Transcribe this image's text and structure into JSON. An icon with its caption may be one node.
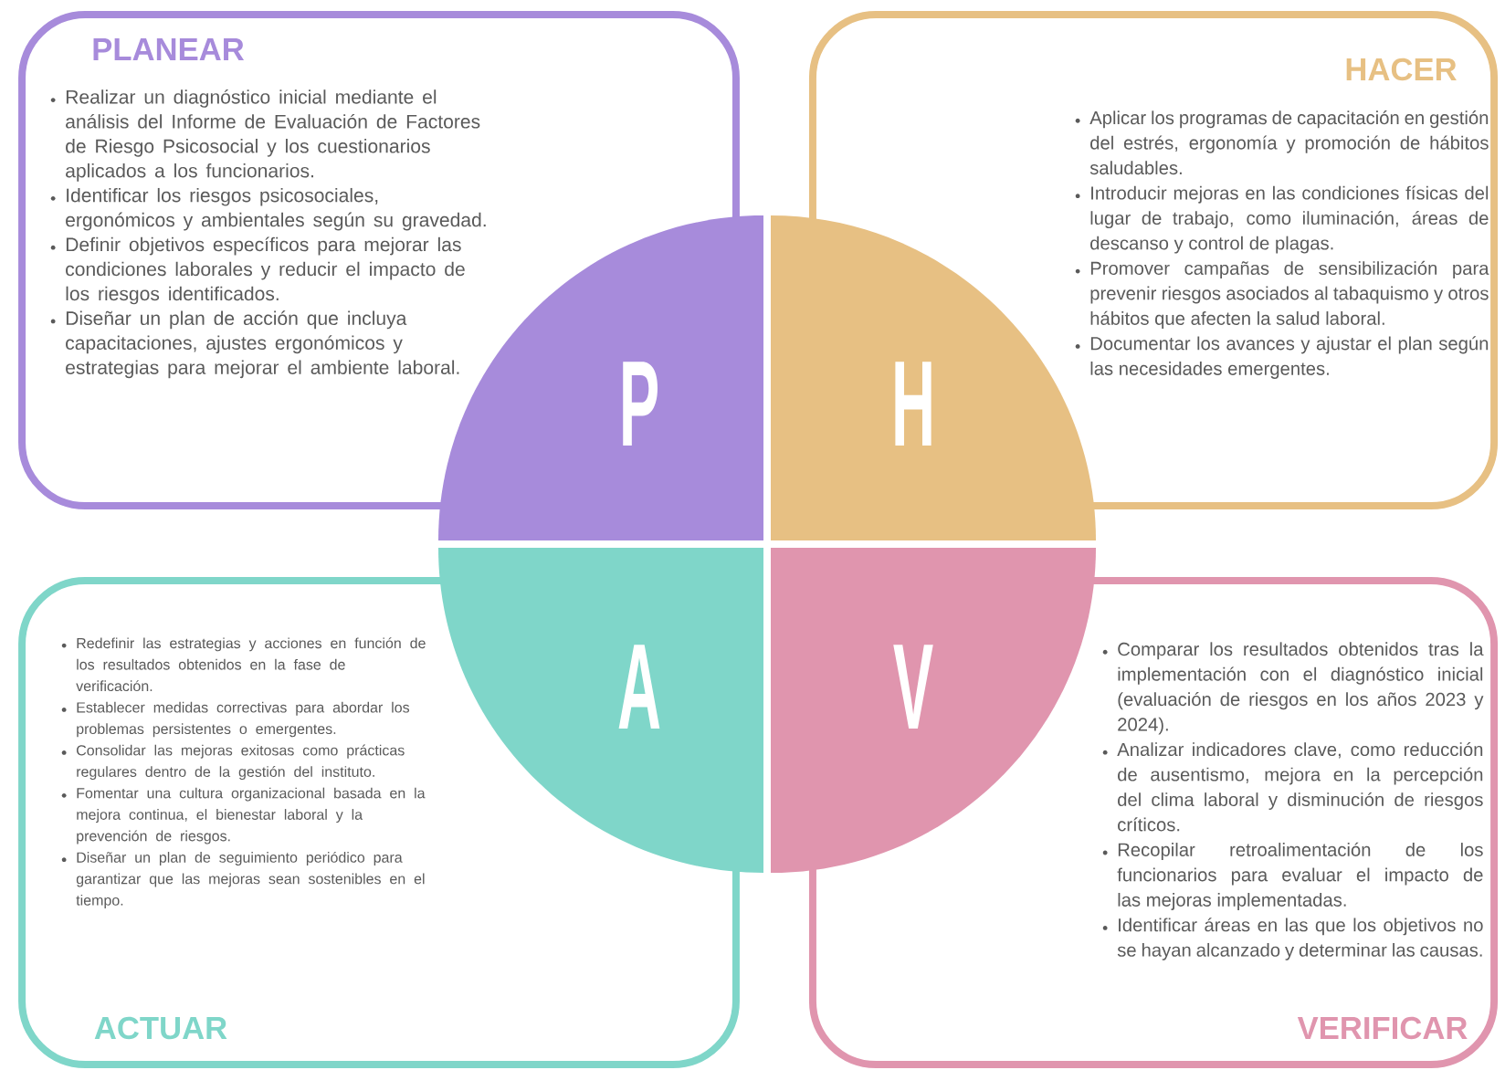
{
  "diagram": {
    "nodes": [
      {
        "text": [
          "PLANEAR",
          "Realizar un diagnóstico inicial mediante el análisis del Informe de Evaluación de Factores de Riesgo Psicosocial y los cuestionarios aplicados a los funcionarios.",
          "Identificar los riesgos psicosociales, ergonómicos y ambientales según su gravedad.",
          "Definir objetivos específicos para mejorar las condiciones laborales y reducir el impacto de los riesgos identificados.",
          "Diseñar un plan de acción que incluya capacitaciones, ajustes ergonómicos y estrategias para mejorar el ambiente laboral."
        ]
      },
      {
        "text": [
          "HACER",
          "Aplicar los programas de capacitación en gestión del estrés, ergonomía y promoción de hábitos saludables.",
          "Introducir mejoras en las condiciones físicas del lugar de trabajo, como iluminación, áreas de descanso y control de plagas.",
          "Promover campañas de sensibilización para prevenir riesgos asociados al tabaquismo y otros hábitos que afecten la salud laboral.",
          "Documentar los avances y ajustar el plan según las necesidades emergentes."
        ]
      },
      {
        "text": [
          "P"
        ]
      },
      {
        "text": [
          "H"
        ]
      },
      {
        "text": [
          "A"
        ]
      },
      {
        "text": [
          "V"
        ]
      },
      {
        "text": [
          "Redefinir las estrategias y acciones en función de los resultados obtenidos en la fase de verificación.",
          "Establecer medidas correctivas para abordar los problemas persistentes o emergentes.",
          "Consolidar las mejoras exitosas como prácticas regulares dentro de la gestión del instituto.",
          "Fomentar una cultura organizacional basada en la mejora continua, el bienestar laboral y la prevención de riesgos.",
          "Diseñar un plan de seguimiento periódico para garantizar que las mejoras sean sostenibles en el tiempo.",
          "ACTUAR"
        ]
      },
      {
        "text": [
          "Comparar los resultados obtenidos tras la implementación con el diagnóstico inicial (evaluación de riesgos en los años 2023 y 2024).",
          "Analizar indicadores clave, como reducción de ausentismo, mejora en la percepción del clima laboral y disminución de riesgos críticos.",
          "Recopilar retroalimentación de los funcionarios para evaluar el impacto de las mejoras implementadas.",
          "Identificar áreas en las que los objetivos no se hayan alcanzado y determinar las causas.",
          "VERIFICAR"
        ]
      }
    ]
  }
}
